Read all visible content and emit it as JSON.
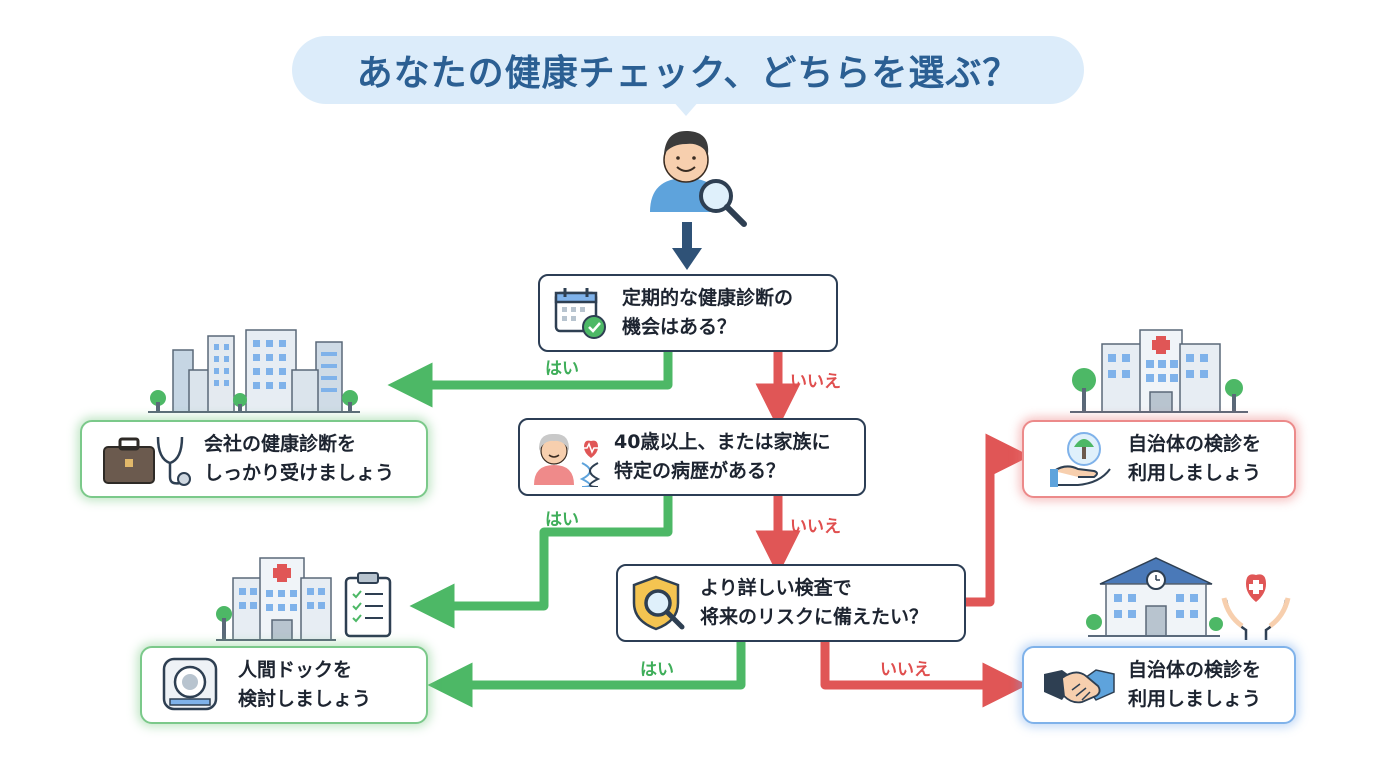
{
  "title": "あなたの健康チェック、どちらを選ぶ？",
  "questions": {
    "q1": {
      "line1": "定期的な健康診断の",
      "line2": "機会はある？"
    },
    "q2": {
      "line1": "40歳以上、または家族に",
      "line2": "特定の病歴がある？"
    },
    "q3": {
      "line1": "より詳しい検査で",
      "line2": "将来のリスクに備えたい？"
    }
  },
  "results": {
    "company": {
      "line1": "会社の健康診断を",
      "line2": "しっかり受けましょう"
    },
    "dock": {
      "line1": "人間ドックを",
      "line2": "検討しましょう"
    },
    "municipal_red": {
      "line1": "自治体の検診を",
      "line2": "利用しましょう"
    },
    "municipal_blue": {
      "line1": "自治体の検診を",
      "line2": "利用しましょう"
    }
  },
  "labels": {
    "q1_yes": "はい",
    "q1_no": "いいえ",
    "q2_yes": "はい",
    "q2_no": "いいえ",
    "q3_yes": "はい",
    "q3_no": "いいえ"
  },
  "colors": {
    "yes_arrow": "#4db866",
    "no_arrow": "#e05656",
    "start_arrow": "#2f5277",
    "title_bg": "#dcecfa",
    "title_text": "#2b5f93"
  },
  "icons": [
    "person-magnifier-icon",
    "calendar-check-icon",
    "elderly-dna-icon",
    "shield-magnifier-icon",
    "briefcase-stethoscope-icon",
    "mri-scanner-icon",
    "hands-tree-icon",
    "handshake-icon",
    "city-buildings-icon",
    "hospital-icon",
    "clipboard-icon",
    "school-hands-heart-icon"
  ]
}
